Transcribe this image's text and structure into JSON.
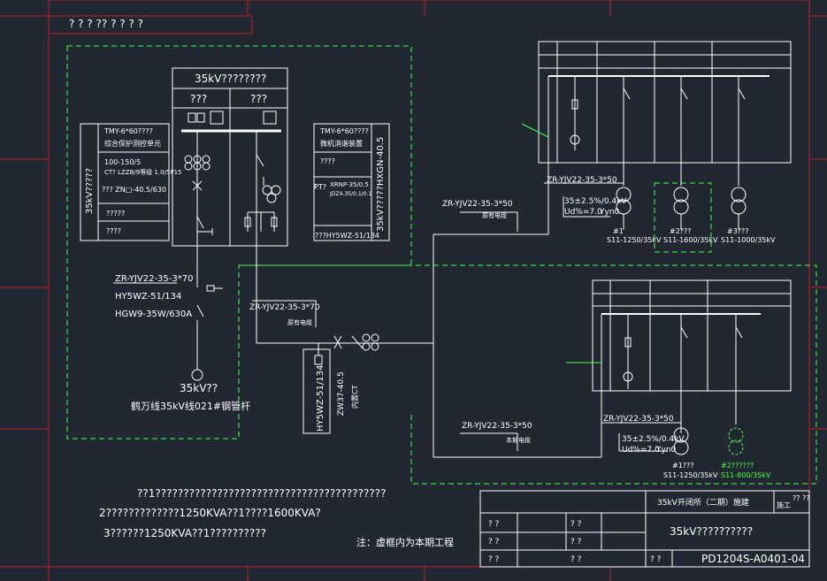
{
  "header": {
    "title": "? ? ? ?? ? ? ? ?"
  },
  "switchgear": {
    "title": "35kV????????",
    "col_left": "???",
    "col_right": "???",
    "left_box": {
      "vertical_label": "35kV?????",
      "lines": [
        "TMY-6*60????",
        "综合保护测控单元",
        "100-150/5",
        "CT? LZZB/9等级 1.0/5P15",
        "??? ZN□-40.5/630",
        "?????",
        "????"
      ]
    },
    "right_box": {
      "vertical_label": "35kV?????HXGN-40.5",
      "lines": [
        "TMY-6*60????",
        "微机消谐装置",
        "????",
        "PT?",
        "XRNP-35/0.5",
        "JDZX-35/0.1/0.1",
        "???HY5WZ-51/134"
      ]
    }
  },
  "incoming": {
    "cable": "ZR-YJV22-35-3*70",
    "arrester": "HY5WZ-51/134",
    "isolator": "HGW9-35W/630A",
    "pole_label": "35kV??",
    "line_label": "鹤万线35kV线021#钢管杆"
  },
  "middle": {
    "cable": "ZR-YJV22-35-3*70",
    "cable_note": "原有电缆",
    "arrester": "HY5WZ-51/134",
    "ct": "ZW37-40.5",
    "ct_note": "内置CT"
  },
  "upper_station": {
    "cable": "ZR-YJV22-35-3*50",
    "cable_note": "原有电缆",
    "cable2": "ZR-YJV22-35-3*50",
    "tx_spec": [
      "35±2.5%/0.4kV",
      "Ud%=7.0",
      "Yyn0"
    ],
    "transformers": [
      {
        "id": "#1",
        "model": "S11-1250/35kV"
      },
      {
        "id": "#2???",
        "model": "S11-1600/35kV"
      },
      {
        "id": "#3???",
        "model": "S11-1000/35kV"
      }
    ]
  },
  "lower_station": {
    "cable": "ZR-YJV22-35-3*50",
    "cable_note": "本期电缆",
    "cable2": "ZR-YJV22-35-3*50",
    "tx_spec": [
      "35±2.5%/0.4kV",
      "Ud%=7.0",
      "Yyn0"
    ],
    "transformers": [
      {
        "id": "#1???",
        "model": "S11-1250/35kV"
      },
      {
        "id": "#2??????",
        "model": "S11-800/35kV"
      }
    ]
  },
  "notes": [
    "??1?????????????????????????????????????????",
    "2?????????????1250KVA??1????1600KVA?",
    "3??????1250KVA??1??????????"
  ],
  "note_dashed": "注：虚框内为本期工程",
  "title_block": {
    "project": "35kV开闭所（二期）施建",
    "stage_label": "施工",
    "stage_value": "??\n??",
    "drawing_title": "35kV??????????",
    "rows": [
      [
        "? ?",
        "? ?"
      ],
      [
        "? ?",
        "? ?"
      ],
      [
        "? ?",
        "? ?"
      ]
    ],
    "bottom_label": "? ?",
    "drawing_no": "PD1204S-A0401-04"
  },
  "colors": {
    "background": "#222831",
    "line": "#ffffff",
    "frame": "#c0202a",
    "green": "#4cff4c"
  }
}
